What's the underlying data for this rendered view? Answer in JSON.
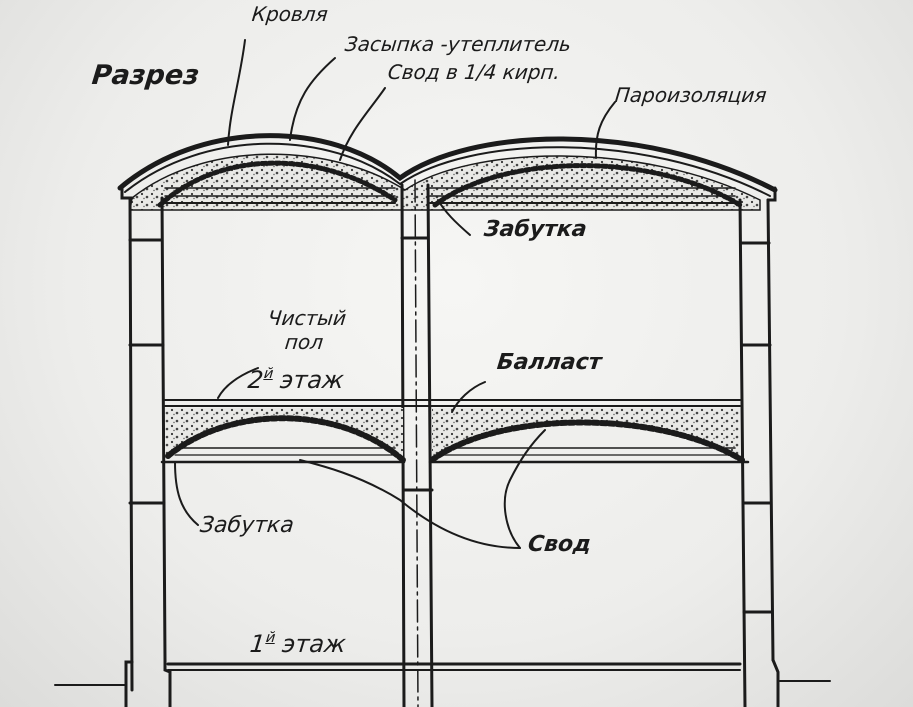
{
  "drawing": {
    "title": "Разрез",
    "colors": {
      "paper": "#ececea",
      "ink": "#1b1b1b",
      "fill": "#9a9a98"
    }
  },
  "labels": {
    "roof": "Кровля",
    "insulation_fill": "Засыпка -утеплитель",
    "vault_quarter_brick": "Свод в 1/4 кирп.",
    "vapor_barrier": "Пароизоляция",
    "haunch_fill_top": "Забутка",
    "finished_floor_line1": "Чистый",
    "finished_floor_line2": "пол",
    "second_floor_num": "2",
    "second_floor_sup": "й",
    "second_floor_word": "этаж",
    "ballast": "Балласт",
    "haunch_fill_bottom": "Забутка",
    "vault": "Свод",
    "first_floor_num": "1",
    "first_floor_sup": "й",
    "first_floor_word": "этаж"
  }
}
